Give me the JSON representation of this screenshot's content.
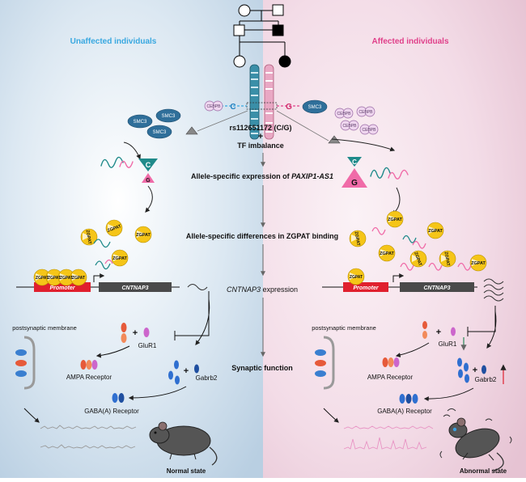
{
  "headers": {
    "left": "Unaffected individuals",
    "right": "Affected individuals"
  },
  "snp": {
    "id": "rs112651172 (C/G)",
    "plus": "+",
    "tf": "TF  imbalance",
    "allele_c": "C",
    "allele_g": "G"
  },
  "labels": {
    "cebpb": "CEBPB",
    "smc3": "SMC3",
    "zgpat": "ZGPAT",
    "promoter": "Promoter",
    "cntnap3": "CNTNAP3",
    "membrane": "postsynaptic  membrane",
    "ampa": "AMPA Receptor",
    "gaba": "GABA(A) Receptor",
    "glur1": "GluR1",
    "gabrb2": "Gabrb2",
    "normal": "Normal state",
    "abnormal": "Abnormal state"
  },
  "steps": [
    {
      "pre": "Allele-specific expression of ",
      "italic": "PAXIP1-AS1",
      "post": ""
    },
    {
      "pre": "Allele-specific differences in ZGPAT binding",
      "italic": "",
      "post": ""
    },
    {
      "pre": "",
      "italic": "CNTNAP3",
      "post": " expression"
    },
    {
      "pre": "Synaptic function",
      "italic": "",
      "post": ""
    }
  ],
  "colors": {
    "left_header": "#39a8e0",
    "right_header": "#e0408a",
    "zgpat": "#f5c518",
    "promoter": "#e0202e",
    "smc3": "#2f6f9a",
    "cebpb_fill": "#efd6ef",
    "teal": "#1f8a8a",
    "pink": "#f06ba8"
  }
}
